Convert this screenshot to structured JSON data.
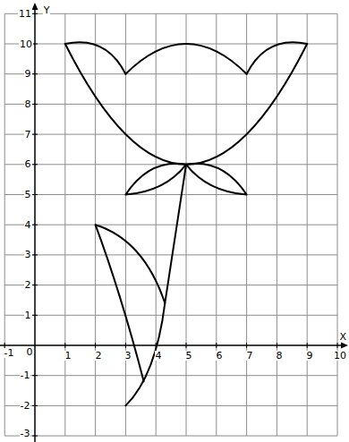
{
  "diagram": {
    "labels": [
      "-1",
      "0",
      "1",
      "2",
      "3",
      "4",
      "5",
      "6",
      "7",
      "8",
      "9",
      "10",
      "X",
      "11",
      "10",
      "9",
      "8",
      "7",
      "6",
      "5",
      "4",
      "3",
      "2",
      "1",
      "-1",
      "-2",
      "-3",
      "Y"
    ]
  }
}
